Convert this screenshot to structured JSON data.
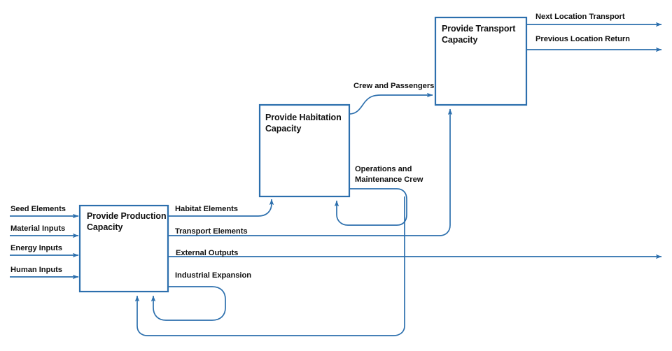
{
  "diagram": {
    "type": "functional-flow-block-diagram",
    "accent_color": "#2c6fad",
    "text_color": "#111111",
    "background_color": "#ffffff",
    "processes": [
      {
        "id": "production",
        "title": "Provide Production\nCapacity",
        "line1": "Provide Production",
        "line2": "Capacity"
      },
      {
        "id": "habitation",
        "title": "Provide Habitation\nCapacity",
        "line1": "Provide Habitation",
        "line2": "Capacity"
      },
      {
        "id": "transport",
        "title": "Provide Transport\nCapacity",
        "line1": "Provide Transport",
        "line2": "Capacity"
      }
    ],
    "inputs": [
      {
        "id": "seed-elements",
        "label": "Seed Elements"
      },
      {
        "id": "material-inputs",
        "label": "Material Inputs"
      },
      {
        "id": "energy-inputs",
        "label": "Energy Inputs"
      },
      {
        "id": "human-inputs",
        "label": "Human Inputs"
      }
    ],
    "internal_flows": [
      {
        "id": "habitat-elements",
        "label": "Habitat Elements"
      },
      {
        "id": "transport-elements",
        "label": "Transport Elements"
      },
      {
        "id": "external-outputs",
        "label": "External Outputs"
      },
      {
        "id": "industrial-expansion",
        "label": "Industrial Expansion"
      },
      {
        "id": "crew-and-passengers",
        "label": "Crew and Passengers"
      },
      {
        "id": "operations-and-maintenance-crew",
        "label": "Operations and\nMaintenance Crew"
      }
    ],
    "outputs": [
      {
        "id": "next-location-transport",
        "label": "Next Location Transport"
      },
      {
        "id": "previous-location-return",
        "label": "Previous  Location Return"
      }
    ]
  }
}
